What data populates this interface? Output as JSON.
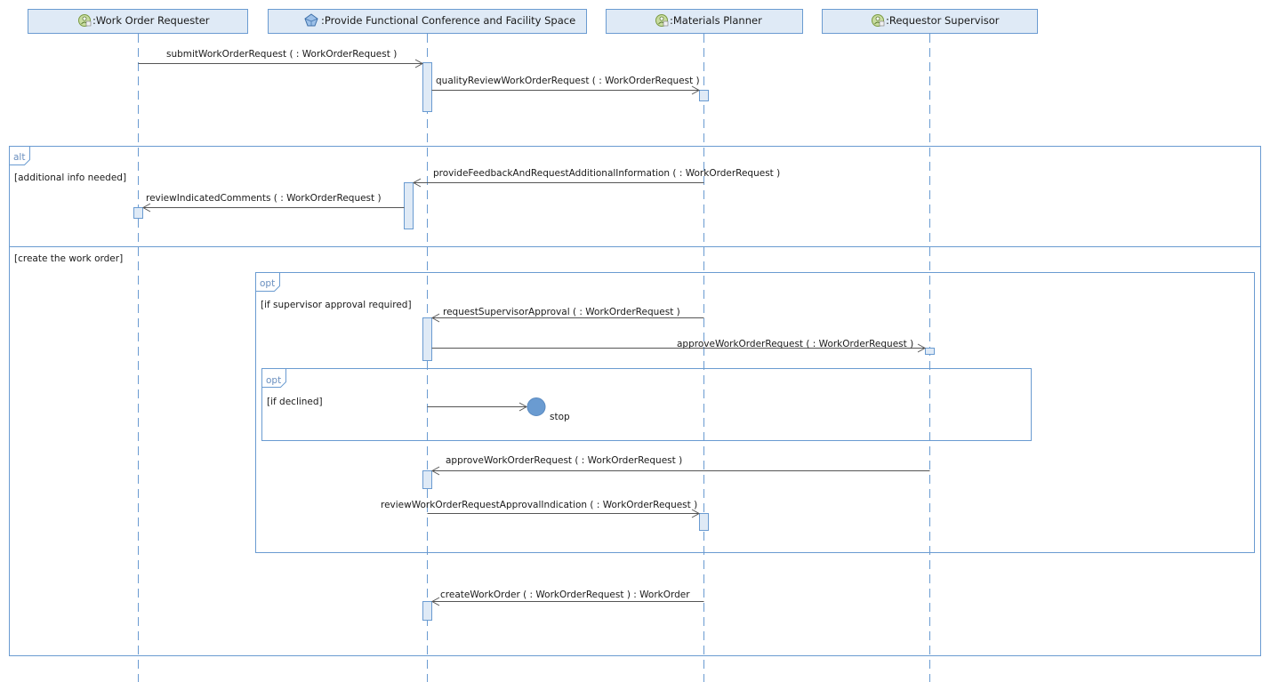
{
  "lifelines": [
    {
      "label": ":Work Order Requester",
      "icon": "actor-role-icon"
    },
    {
      "label": ":Provide Functional Conference and Facility Space",
      "icon": "component-icon"
    },
    {
      "label": ":Materials Planner",
      "icon": "actor-role-icon"
    },
    {
      "label": ":Requestor Supervisor",
      "icon": "actor-role-icon"
    }
  ],
  "messages": {
    "m1": "submitWorkOrderRequest ( : WorkOrderRequest )",
    "m2": "qualityReviewWorkOrderRequest ( : WorkOrderRequest )",
    "m3": "provideFeedbackAndRequestAdditionalInformation ( : WorkOrderRequest )",
    "m4": "reviewIndicatedComments ( : WorkOrderRequest )",
    "m5": "requestSupervisorApproval ( : WorkOrderRequest )",
    "m6": "approveWorkOrderRequest ( : WorkOrderRequest )",
    "m7": "approveWorkOrderRequest ( : WorkOrderRequest )",
    "m8": "reviewWorkOrderRequestApprovalIndication ( : WorkOrderRequest )",
    "m9": "createWorkOrder ( : WorkOrderRequest ) : WorkOrder"
  },
  "fragments": {
    "alt": {
      "operator": "alt",
      "guard1": "[additional info needed]",
      "guard2": "[create the work order]"
    },
    "opt_outer": {
      "operator": "opt",
      "guard": "[if supervisor approval required]"
    },
    "opt_inner": {
      "operator": "opt",
      "guard": "[if declined]"
    }
  },
  "stop_label": "stop",
  "colors": {
    "header_fill": "#dfeaf6",
    "line": "#6a9bd1",
    "activation_fill": "#dfeaf6",
    "stop_fill": "#6a9bd1",
    "arrow": "#555555"
  }
}
